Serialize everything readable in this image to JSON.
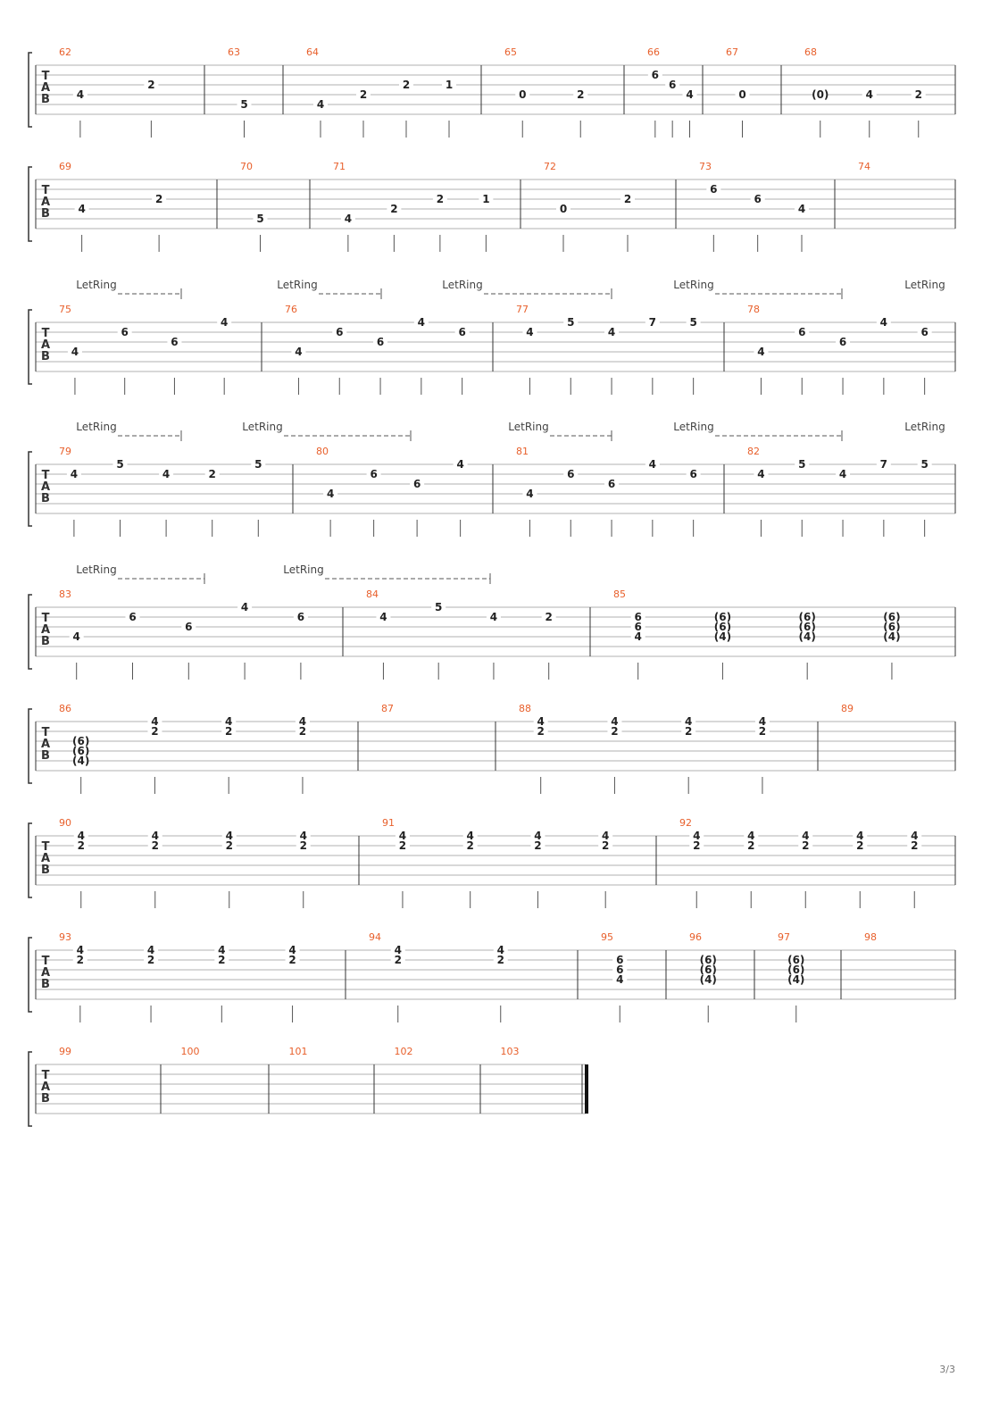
{
  "tab_clef": [
    "T",
    "A",
    "B"
  ],
  "let_ring_label": "LetRing",
  "page_number": "3/3",
  "colors": {
    "measure_number": "#e8602c",
    "staff_line": "#999999",
    "text": "#222222"
  },
  "systems": [
    {
      "measures": [
        {
          "number": "62",
          "notes": [
            {
              "fret": "4",
              "string": 4
            },
            {
              "fret": "2",
              "string": 3
            }
          ]
        },
        {
          "number": "63",
          "notes": [
            {
              "fret": "5",
              "string": 5
            }
          ]
        },
        {
          "number": "64",
          "notes": [
            {
              "fret": "4",
              "string": 5
            },
            {
              "fret": "2",
              "string": 4
            },
            {
              "fret": "2",
              "string": 3
            },
            {
              "fret": "1",
              "string": 3
            }
          ]
        },
        {
          "number": "65",
          "notes": [
            {
              "fret": "0",
              "string": 4
            },
            {
              "fret": "2",
              "string": 4
            }
          ]
        },
        {
          "number": "66",
          "notes": [
            {
              "fret": "6",
              "string": 2
            },
            {
              "fret": "6",
              "string": 3
            },
            {
              "fret": "4",
              "string": 4
            }
          ]
        },
        {
          "number": "67",
          "notes": [
            {
              "fret": "0",
              "string": 4
            }
          ]
        },
        {
          "number": "68",
          "notes": [
            {
              "fret": "(0)",
              "string": 4
            },
            {
              "fret": "4",
              "string": 4
            },
            {
              "fret": "2",
              "string": 4
            }
          ]
        }
      ]
    },
    {
      "measures": [
        {
          "number": "69",
          "notes": [
            {
              "fret": "4",
              "string": 4
            },
            {
              "fret": "2",
              "string": 3
            }
          ]
        },
        {
          "number": "70",
          "notes": [
            {
              "fret": "5",
              "string": 5
            }
          ]
        },
        {
          "number": "71",
          "notes": [
            {
              "fret": "4",
              "string": 5
            },
            {
              "fret": "2",
              "string": 4
            },
            {
              "fret": "2",
              "string": 3
            },
            {
              "fret": "1",
              "string": 3
            }
          ]
        },
        {
          "number": "72",
          "notes": [
            {
              "fret": "0",
              "string": 4
            },
            {
              "fret": "2",
              "string": 3
            }
          ]
        },
        {
          "number": "73",
          "notes": [
            {
              "fret": "6",
              "string": 2
            },
            {
              "fret": "6",
              "string": 3
            },
            {
              "fret": "4",
              "string": 4
            }
          ]
        },
        {
          "number": "74",
          "notes": []
        }
      ]
    },
    {
      "measures": [
        {
          "number": "75",
          "notes": [
            {
              "fret": "4",
              "string": 4
            },
            {
              "fret": "6",
              "string": 2
            },
            {
              "fret": "6",
              "string": 3
            },
            {
              "fret": "4",
              "string": 1
            }
          ]
        },
        {
          "number": "76",
          "notes": [
            {
              "fret": "4",
              "string": 4
            },
            {
              "fret": "6",
              "string": 2
            },
            {
              "fret": "6",
              "string": 3
            },
            {
              "fret": "4",
              "string": 1
            },
            {
              "fret": "6",
              "string": 2
            }
          ]
        },
        {
          "number": "77",
          "notes": [
            {
              "fret": "4",
              "string": 2
            },
            {
              "fret": "5",
              "string": 1
            },
            {
              "fret": "4",
              "string": 2
            },
            {
              "fret": "7",
              "string": 1
            },
            {
              "fret": "5",
              "string": 1
            }
          ]
        },
        {
          "number": "78",
          "notes": [
            {
              "fret": "4",
              "string": 4
            },
            {
              "fret": "6",
              "string": 2
            },
            {
              "fret": "6",
              "string": 3
            },
            {
              "fret": "4",
              "string": 1
            },
            {
              "fret": "6",
              "string": 2
            }
          ]
        }
      ]
    },
    {
      "measures": [
        {
          "number": "79",
          "notes": [
            {
              "fret": "4",
              "string": 2
            },
            {
              "fret": "5",
              "string": 1
            },
            {
              "fret": "4",
              "string": 2
            },
            {
              "fret": "2",
              "string": 2
            },
            {
              "fret": "5",
              "string": 1
            }
          ]
        },
        {
          "number": "80",
          "notes": [
            {
              "fret": "4",
              "string": 4
            },
            {
              "fret": "6",
              "string": 2
            },
            {
              "fret": "6",
              "string": 3
            },
            {
              "fret": "4",
              "string": 1
            }
          ]
        },
        {
          "number": "81",
          "notes": [
            {
              "fret": "4",
              "string": 4
            },
            {
              "fret": "6",
              "string": 2
            },
            {
              "fret": "6",
              "string": 3
            },
            {
              "fret": "4",
              "string": 1
            },
            {
              "fret": "6",
              "string": 2
            }
          ]
        },
        {
          "number": "82",
          "notes": [
            {
              "fret": "4",
              "string": 2
            },
            {
              "fret": "5",
              "string": 1
            },
            {
              "fret": "4",
              "string": 2
            },
            {
              "fret": "7",
              "string": 1
            },
            {
              "fret": "5",
              "string": 1
            }
          ]
        }
      ]
    },
    {
      "measures": [
        {
          "number": "83",
          "notes": [
            {
              "fret": "4",
              "string": 4
            },
            {
              "fret": "6",
              "string": 2
            },
            {
              "fret": "6",
              "string": 3
            },
            {
              "fret": "4",
              "string": 1
            },
            {
              "fret": "6",
              "string": 2
            }
          ]
        },
        {
          "number": "84",
          "notes": [
            {
              "fret": "4",
              "string": 2
            },
            {
              "fret": "5",
              "string": 1
            },
            {
              "fret": "4",
              "string": 2
            },
            {
              "fret": "2",
              "string": 2
            }
          ]
        },
        {
          "number": "85",
          "notes": [
            {
              "fret": "6 6 4",
              "string": 2
            },
            {
              "fret": "(6) (6) (4)",
              "string": 2
            },
            {
              "fret": "(6) (6) (4)",
              "string": 2
            },
            {
              "fret": "(6) (6) (4)",
              "string": 2
            }
          ]
        }
      ]
    },
    {
      "measures": [
        {
          "number": "86",
          "notes": [
            {
              "fret": "(6) (6) (4)",
              "string": 3
            },
            {
              "fret": "4 2",
              "string": 1
            },
            {
              "fret": "4 2",
              "string": 1
            },
            {
              "fret": "4 2",
              "string": 1
            }
          ]
        },
        {
          "number": "87",
          "notes": []
        },
        {
          "number": "88",
          "notes": [
            {
              "fret": "4 2",
              "string": 1
            },
            {
              "fret": "4 2",
              "string": 1
            },
            {
              "fret": "4 2",
              "string": 1
            },
            {
              "fret": "4 2",
              "string": 1
            }
          ]
        },
        {
          "number": "89",
          "notes": []
        }
      ]
    },
    {
      "measures": [
        {
          "number": "90",
          "notes": [
            {
              "fret": "4 2",
              "string": 1
            },
            {
              "fret": "4 2",
              "string": 1
            },
            {
              "fret": "4 2",
              "string": 1
            },
            {
              "fret": "4 2",
              "string": 1
            }
          ]
        },
        {
          "number": "91",
          "notes": [
            {
              "fret": "4 2",
              "string": 1
            },
            {
              "fret": "4 2",
              "string": 1
            },
            {
              "fret": "4 2",
              "string": 1
            },
            {
              "fret": "4 2",
              "string": 1
            }
          ]
        },
        {
          "number": "92",
          "notes": [
            {
              "fret": "4 2",
              "string": 1
            },
            {
              "fret": "4 2",
              "string": 1
            },
            {
              "fret": "4 2",
              "string": 1
            },
            {
              "fret": "4 2",
              "string": 1
            },
            {
              "fret": "4 2",
              "string": 1
            }
          ]
        }
      ]
    },
    {
      "measures": [
        {
          "number": "93",
          "notes": [
            {
              "fret": "4 2",
              "string": 1
            },
            {
              "fret": "4 2",
              "string": 1
            },
            {
              "fret": "4 2",
              "string": 1
            },
            {
              "fret": "4 2",
              "string": 1
            }
          ]
        },
        {
          "number": "94",
          "notes": [
            {
              "fret": "4 2",
              "string": 1
            },
            {
              "fret": "4 2",
              "string": 1
            }
          ]
        },
        {
          "number": "95",
          "notes": [
            {
              "fret": "6 6 4",
              "string": 2
            }
          ]
        },
        {
          "number": "96",
          "notes": [
            {
              "fret": "(6) (6) (4)",
              "string": 2
            }
          ]
        },
        {
          "number": "97",
          "notes": [
            {
              "fret": "(6) (6) (4)",
              "string": 2
            }
          ]
        },
        {
          "number": "98",
          "notes": []
        }
      ]
    },
    {
      "measures": [
        {
          "number": "99",
          "notes": []
        },
        {
          "number": "100",
          "notes": []
        },
        {
          "number": "101",
          "notes": []
        },
        {
          "number": "102",
          "notes": []
        },
        {
          "number": "103",
          "notes": []
        }
      ]
    }
  ]
}
